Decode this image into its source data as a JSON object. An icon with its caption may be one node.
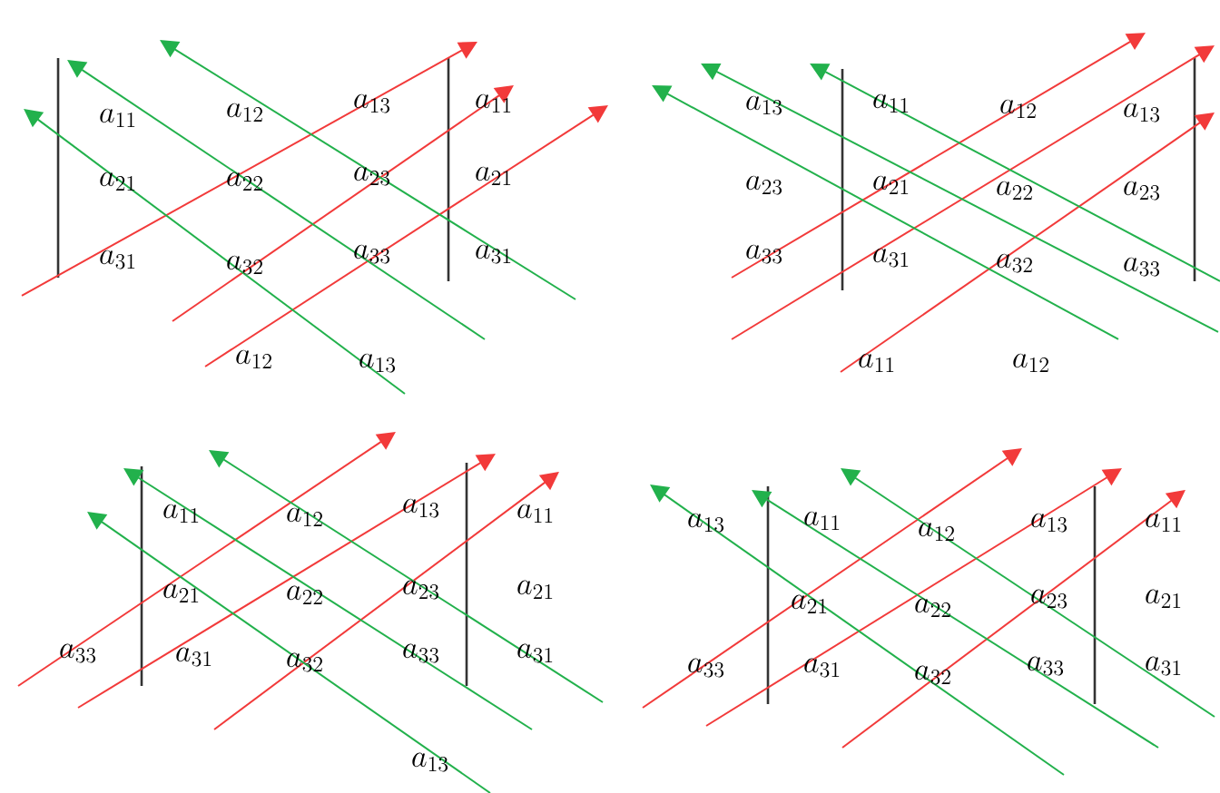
{
  "diagram": {
    "labels": [
      "a_{11}",
      "a_{12}",
      "a_{13}",
      "a_{11}",
      "a_{21}",
      "a_{22}",
      "a_{23}",
      "a_{21}",
      "a_{31}",
      "a_{32}",
      "a_{33}",
      "a_{31}",
      "a_{12}",
      "a_{13}",
      "a_{13}",
      "a_{11}",
      "a_{12}",
      "a_{13}",
      "a_{23}",
      "a_{21}",
      "a_{22}",
      "a_{23}",
      "a_{33}",
      "a_{31}",
      "a_{32}",
      "a_{33}",
      "a_{11}",
      "a_{12}",
      "a_{11}",
      "a_{12}",
      "a_{13}",
      "a_{11}",
      "a_{21}",
      "a_{22}",
      "a_{23}",
      "a_{21}",
      "a_{33}",
      "a_{31}",
      "a_{32}",
      "a_{33}",
      "a_{31}",
      "a_{13}",
      "a_{13}",
      "a_{11}",
      "a_{12}",
      "a_{13}",
      "a_{11}",
      "a_{21}",
      "a_{22}",
      "a_{23}",
      "a_{21}",
      "a_{33}",
      "a_{31}",
      "a_{32}",
      "a_{33}",
      "a_{31}"
    ]
  }
}
